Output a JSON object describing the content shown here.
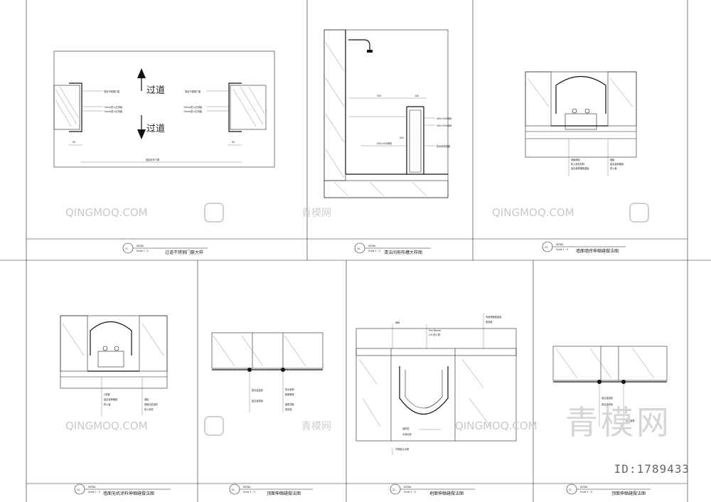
{
  "panels": [
    {
      "num": "11",
      "detail": "DETAIL",
      "scale": "Scale 1 : 5",
      "title": "过道不锈钢门套大样"
    },
    {
      "num": "14",
      "detail": "DETAIL",
      "scale": "Scale 1 : 5",
      "title": "清洁间拖布槽大样图"
    },
    {
      "num": "23",
      "detail": "DETAIL",
      "scale": "Scale 1 : 5",
      "title": "墙面墙砖伸缩缝做法图"
    },
    {
      "num": "24",
      "detail": "DETAIL",
      "scale": "Scale 1 : 5",
      "title": "墙面无机涂料伸缩缝做法图"
    },
    {
      "num": "21",
      "detail": "DETAIL",
      "scale": "Scale 1 : 5",
      "title": "顶面伸缩缝做法图"
    },
    {
      "num": "22",
      "detail": "DETAIL",
      "scale": "Scale 1 : 5",
      "title": "地面伸缩缝做法图"
    },
    {
      "num": "21",
      "detail": "DETAIL",
      "scale": "Scale 1 : 5",
      "title": "顶面伸缩缝做法图"
    }
  ],
  "door_detail": {
    "arrow_up_label": "过道",
    "arrow_down_label": "过道",
    "dim_left": "60",
    "dim_right": "60",
    "labels_left": [
      "发色不锈钢门套",
      "15mm防火石膏板",
      "15mm防火石膏板"
    ],
    "labels_right": [
      "发色不锈钢门套",
      "10mm防火石膏板",
      "15mm防火石膏板"
    ],
    "bottom_note": "按实际开门洞"
  },
  "mop_sink": {
    "dim_a": "350",
    "dim_b": "100",
    "dim_h": "400",
    "labels": [
      "300×300墙砖",
      "300×300地砖",
      "防水砂浆找坡",
      "300×300墙砖"
    ]
  },
  "wall_joint_labels": [
    "墙面墙砖",
    "防火填充材料",
    "铝合金伸缩缝盖板",
    "钢板",
    "铝合金伸缩缝",
    "防火板"
  ],
  "inorganic_labels": [
    "C型钢",
    "铝合金伸缩缝",
    "防火板",
    "钢板",
    "墙面无机涂料",
    "防火填充"
  ],
  "ceiling_labels": [
    "铝合金盖板",
    "铝合金底板",
    "防水胶条",
    "膨胀螺栓",
    "建筑顶板",
    "密封胶"
  ],
  "floor_labels": [
    "地砖",
    "Fire Barrier",
    "C/S 防火带",
    "专用伸缩缝盖板",
    "密封胶",
    "结构层",
    "水泥砂浆",
    "不锈钢止水槽"
  ],
  "ceiling2_labels": [
    "铝合金盖板",
    "铝合金底板",
    "防水胶条"
  ],
  "watermarks": [
    "QINGMOQ.COM",
    "青模网"
  ],
  "brand": "青模网",
  "image_id": "ID:1789433"
}
